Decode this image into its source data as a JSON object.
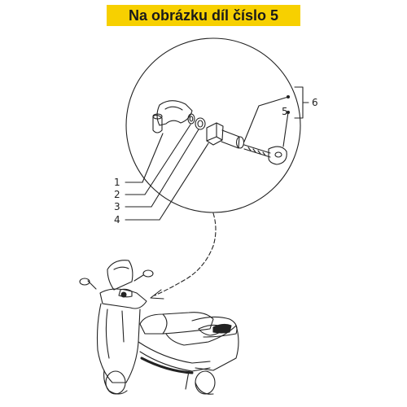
{
  "header": {
    "title": "Na obrázku díl číslo 5",
    "background": "#f7d000"
  },
  "callouts": {
    "label_1": "1",
    "label_2": "2",
    "label_3": "3",
    "label_4": "4",
    "label_5": "5",
    "label_6": "6"
  },
  "colors": {
    "line": "#222222",
    "highlight": "#f7d000"
  }
}
